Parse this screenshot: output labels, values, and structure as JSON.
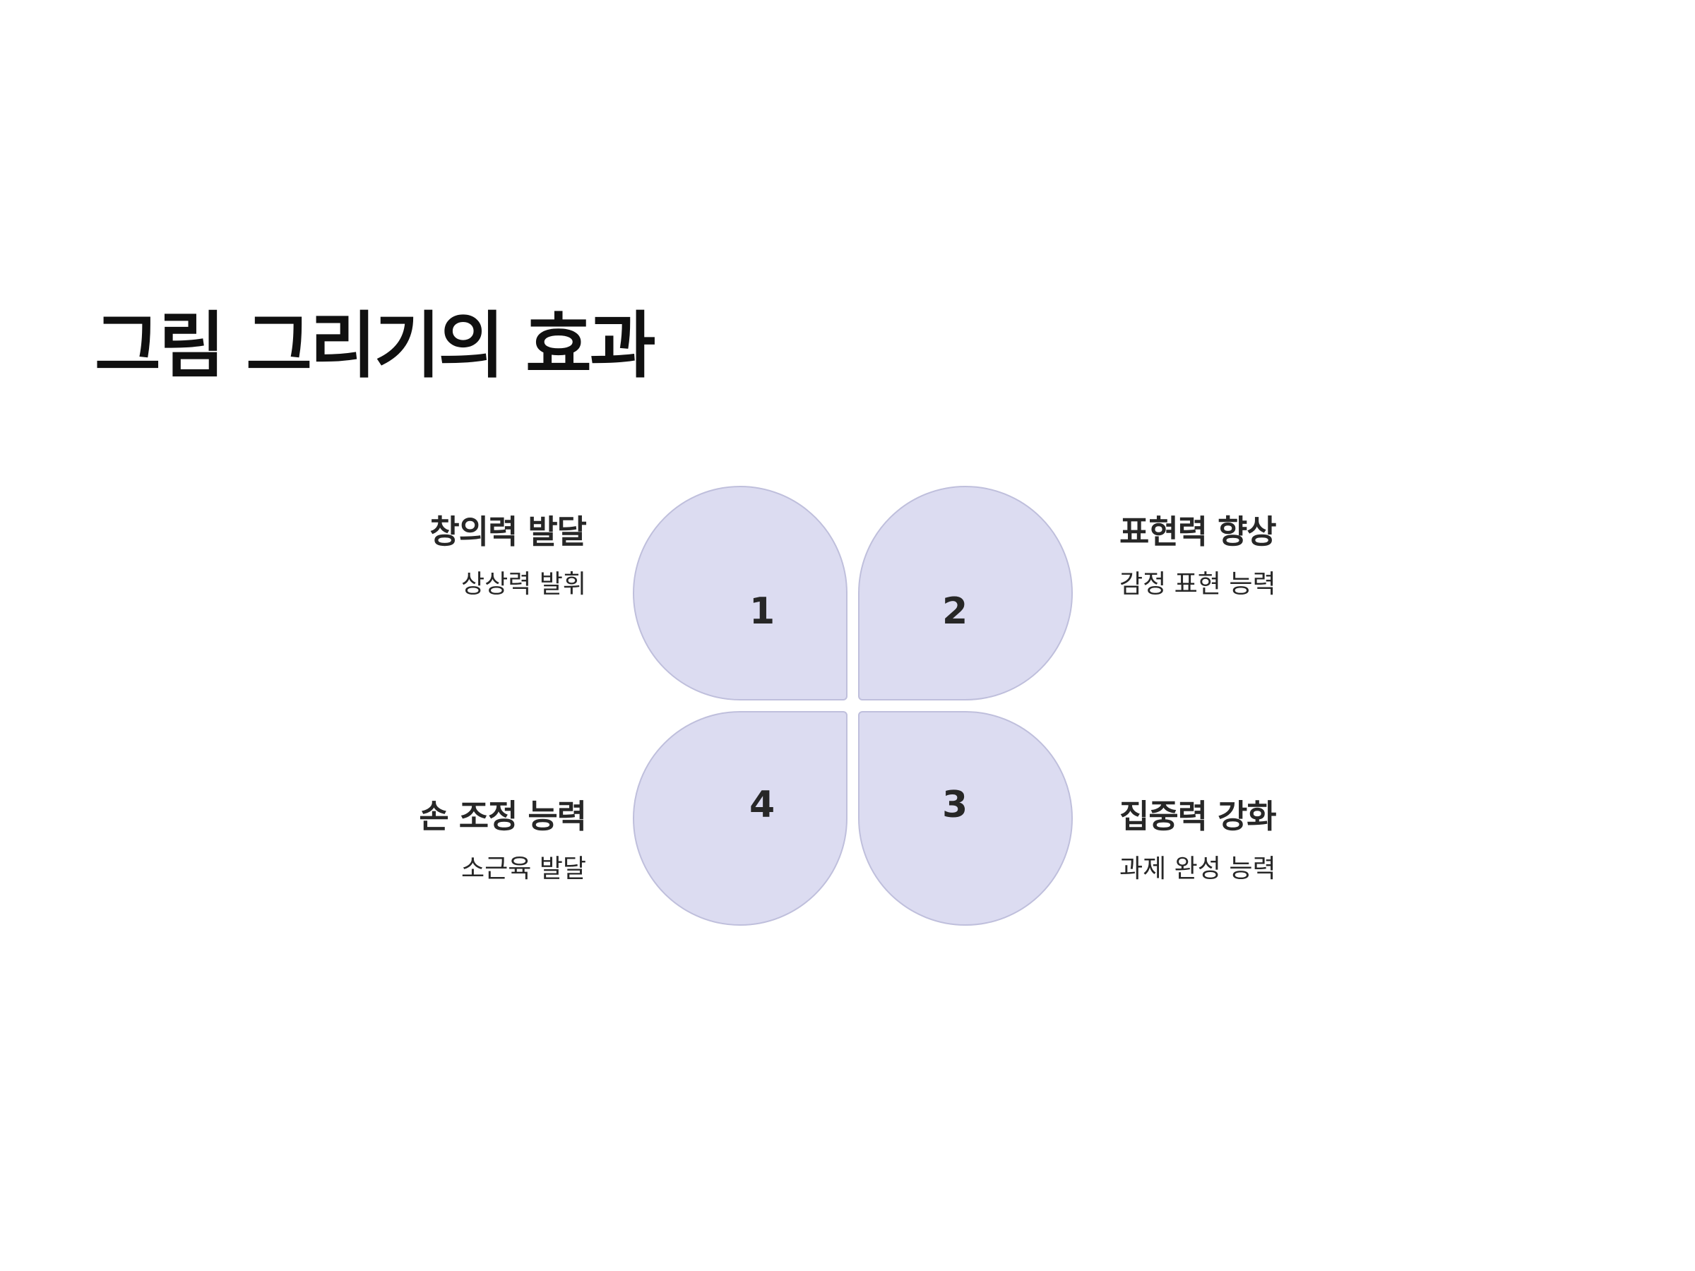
{
  "title": "그림 그리기의 효과",
  "items": [
    {
      "number": "1",
      "title": "창의력 발달",
      "description": "상상력 발휘"
    },
    {
      "number": "2",
      "title": "표현력 향상",
      "description": "감정 표현 능력"
    },
    {
      "number": "3",
      "title": "집중력 강화",
      "description": "과제 완성 능력"
    },
    {
      "number": "4",
      "title": "손 조정 능력",
      "description": "소근육 발달"
    }
  ],
  "colors": {
    "petal_fill": "#dcdcf1",
    "petal_border": "#bfbfdc",
    "text": "#272727",
    "title": "#101010"
  }
}
